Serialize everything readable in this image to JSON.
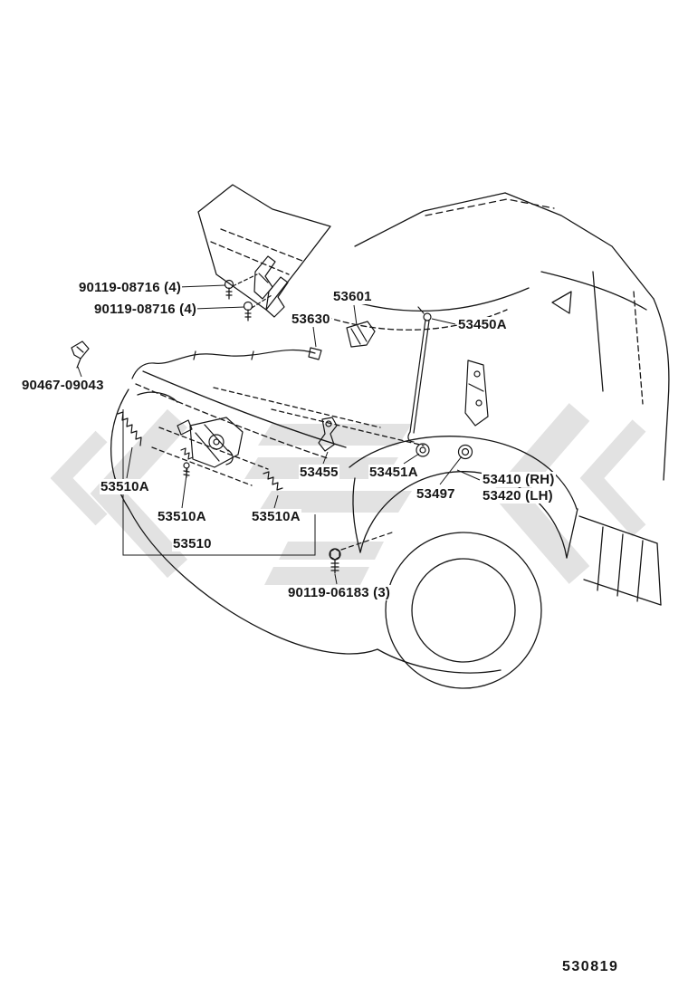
{
  "figure_number": "530819",
  "diagram_title": "hood-and-lock-parts-diagram",
  "watermark_color": "#c6c6c6",
  "line_color": "#161616",
  "labels": [
    {
      "text": "90119-08716 (4)"
    },
    {
      "text": "90119-08716 (4)"
    },
    {
      "text": "53601"
    },
    {
      "text": "53630"
    },
    {
      "text": "53450A"
    },
    {
      "text": "90467-09043"
    },
    {
      "text": "53455"
    },
    {
      "text": "53451A"
    },
    {
      "text": "53497"
    },
    {
      "text": "53410 (RH)"
    },
    {
      "text": "53420 (LH)"
    },
    {
      "text": "53510A"
    },
    {
      "text": "53510A"
    },
    {
      "text": "53510A"
    },
    {
      "text": "53510"
    },
    {
      "text": "90119-06183 (3)"
    }
  ]
}
